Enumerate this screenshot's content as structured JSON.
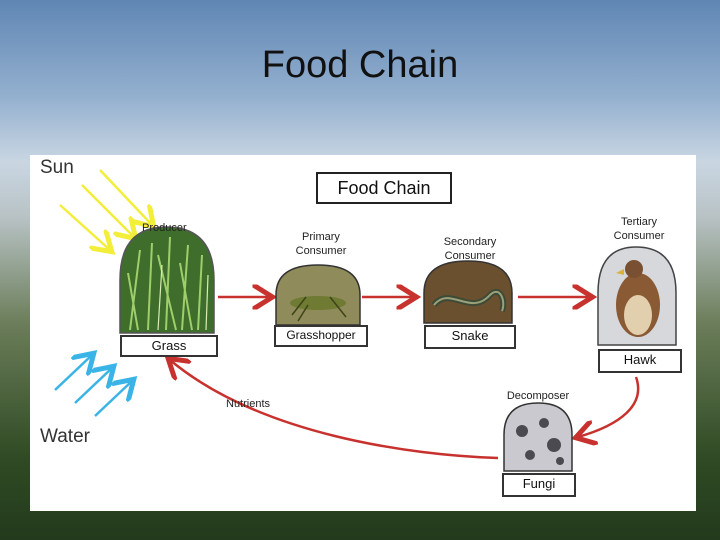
{
  "slide": {
    "title": "Food Chain"
  },
  "diagram": {
    "title": "Food Chain",
    "sun": "Sun",
    "water": "Water",
    "nutrients": "Nutrients",
    "producer": {
      "role": "Producer",
      "name": "Grass"
    },
    "primary": {
      "role_line1": "Primary",
      "role_line2": "Consumer",
      "name": "Grasshopper"
    },
    "secondary": {
      "role_line1": "Secondary",
      "role_line2": "Consumer",
      "name": "Snake"
    },
    "tertiary": {
      "role_line1": "Tertiary",
      "role_line2": "Consumer",
      "name": "Hawk"
    },
    "decomposer": {
      "role": "Decomposer",
      "name": "Fungi"
    }
  },
  "colors": {
    "sun_arrows": "#f2ee3a",
    "water_arrows": "#3ab4e6",
    "chain_arrows": "#c8322e"
  }
}
